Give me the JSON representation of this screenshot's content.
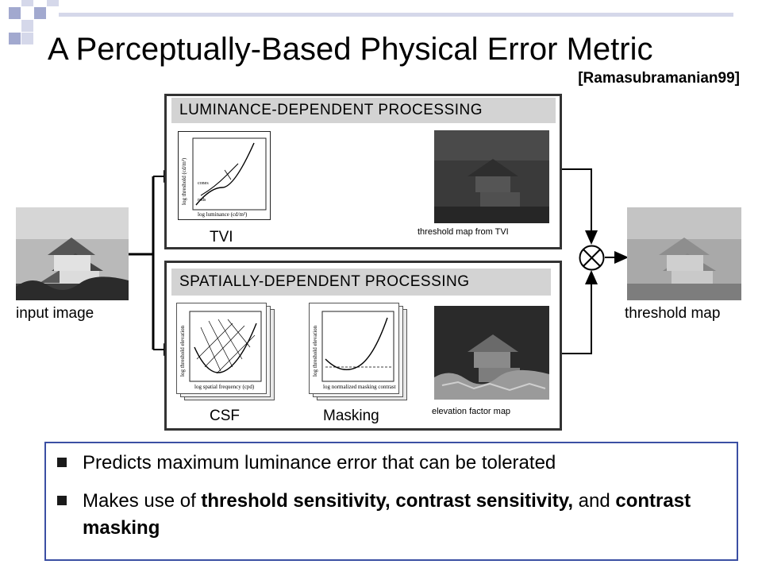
{
  "title": "A Perceptually-Based Physical Error Metric",
  "citation": "[Ramasubramanian99]",
  "colors": {
    "deco_dark": "#a2a9cf",
    "deco_light": "#d5d8ea",
    "band": "#d3d3d3",
    "bullet_border": "#3b4fa3"
  },
  "pipeline": {
    "input_label": "input image",
    "output_label": "threshold map",
    "combine_icon": "multiply-circle-icon",
    "luminance": {
      "heading": "LUMINANCE-DEPENDENT PROCESSING",
      "tvi_label": "TVI",
      "map_label": "threshold map from TVI",
      "plot": {
        "ylabel": "log threshold (cd/m²)",
        "xlabel": "log luminance (cd/m²)",
        "annotations": [
          "cones",
          "rods"
        ]
      }
    },
    "spatial": {
      "heading": "SPATIALLY-DEPENDENT PROCESSING",
      "csf_label": "CSF",
      "masking_label": "Masking",
      "map_label": "elevation  factor map",
      "csf_plot": {
        "ylabel": "log threshold elevation",
        "xlabel": "log spatial frequency (cpd)"
      },
      "masking_plot": {
        "ylabel": "log threshold elevation",
        "xlabel": "log normalized masking contrast"
      }
    }
  },
  "bullets": [
    {
      "parts": [
        {
          "t": "Predicts maximum luminance error that can be tolerated",
          "b": false
        }
      ]
    },
    {
      "parts": [
        {
          "t": "Makes use of ",
          "b": false
        },
        {
          "t": "threshold sensitivity, contrast sensitivity,",
          "b": true
        },
        {
          "t": " and ",
          "b": false
        },
        {
          "t": "contrast masking",
          "b": true
        }
      ]
    }
  ]
}
